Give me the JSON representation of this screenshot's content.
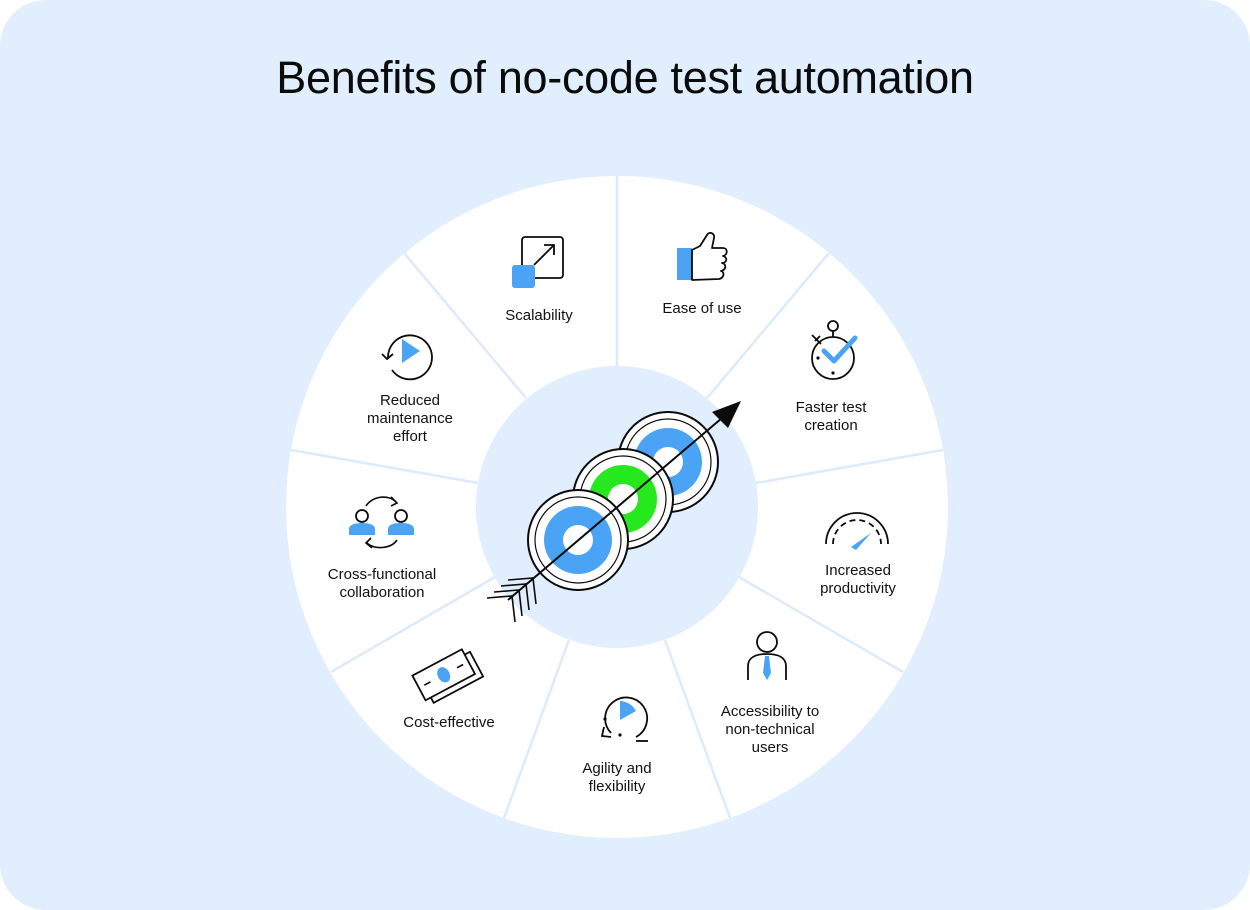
{
  "title": "Benefits of no-code test automation",
  "colors": {
    "background": "#e1eefd",
    "wheel": "#ffffff",
    "divider": "#dcebfb",
    "hub": "#e1eefd",
    "accent_blue": "#4aa3f5",
    "accent_green": "#27e81f",
    "ink": "#0b0b0b"
  },
  "benefits": [
    {
      "lines": [
        "Scalability"
      ],
      "icon": "scale-up-icon"
    },
    {
      "lines": [
        "Ease of use"
      ],
      "icon": "thumbs-up-icon"
    },
    {
      "lines": [
        "Faster test",
        "creation"
      ],
      "icon": "stopwatch-check-icon"
    },
    {
      "lines": [
        "Increased",
        "productivity"
      ],
      "icon": "speedometer-icon"
    },
    {
      "lines": [
        "Accessibility to",
        "non-technical",
        "users"
      ],
      "icon": "business-user-icon"
    },
    {
      "lines": [
        "Agility and",
        "flexibility"
      ],
      "icon": "clock-cycle-icon"
    },
    {
      "lines": [
        "Cost-effective"
      ],
      "icon": "banknotes-icon"
    },
    {
      "lines": [
        "Cross-functional",
        "collaboration"
      ],
      "icon": "people-exchange-icon"
    },
    {
      "lines": [
        "Reduced",
        "maintenance",
        "effort"
      ],
      "icon": "replay-icon"
    }
  ],
  "center_icon": "arrow-through-targets-icon"
}
